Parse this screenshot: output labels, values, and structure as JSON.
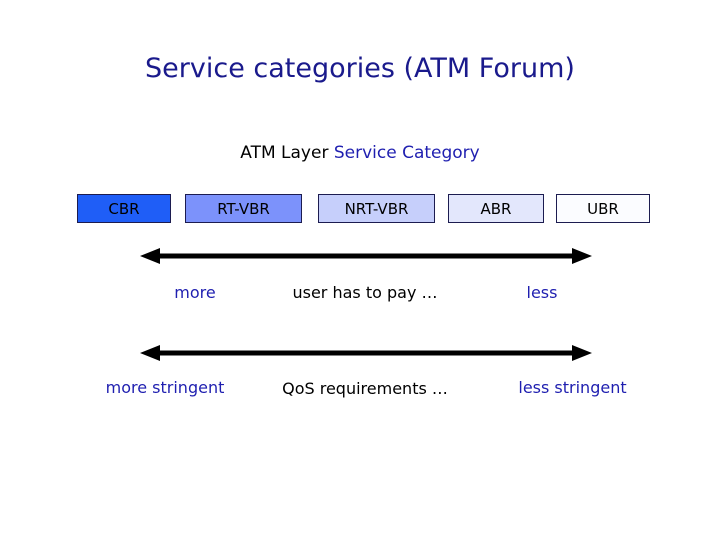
{
  "slide": {
    "title": "Service categories (ATM Forum)",
    "background_color": "#ffffff",
    "title_color": "#1a1a8c",
    "accent_blue": "#1f1fb0",
    "subtitle": {
      "black_part": "ATM Layer ",
      "blue_part": "Service Category"
    },
    "categories": [
      {
        "label": "CBR",
        "color": "#1f5ef7"
      },
      {
        "label": "RT-VBR",
        "color": "#7c92fb"
      },
      {
        "label": "NRT-VBR",
        "color": "#c6cffb"
      },
      {
        "label": "ABR",
        "color": "#e3e7fc"
      },
      {
        "label": "UBR",
        "color": "#fbfcff"
      }
    ],
    "scales": [
      {
        "arrow_name": "pay-scale-arrow",
        "left_label": "more",
        "center_label": "user has to pay …",
        "right_label": "less"
      },
      {
        "arrow_name": "qos-scale-arrow",
        "left_label": "more stringent",
        "center_label": "QoS requirements …",
        "right_label": "less stringent"
      }
    ]
  }
}
